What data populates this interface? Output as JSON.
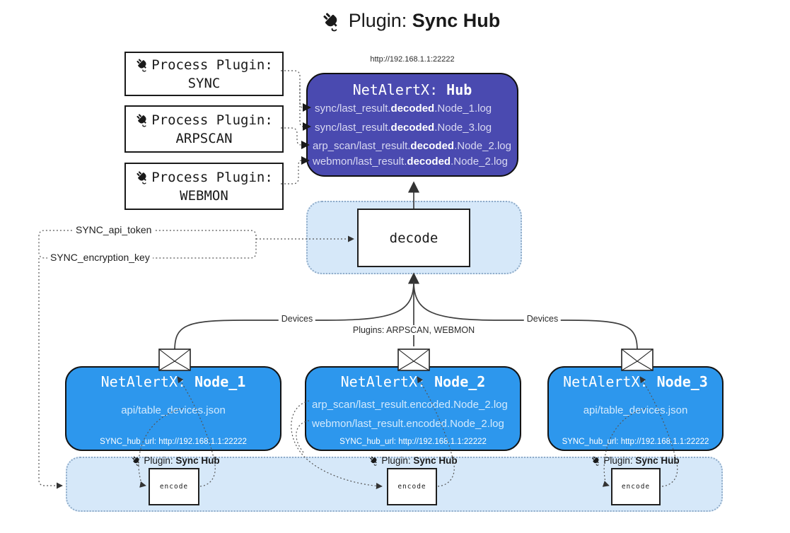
{
  "title": {
    "icon": "plug-icon",
    "prefix": "Plugin: ",
    "bold": "Sync Hub"
  },
  "process_plugins": [
    {
      "icon": "plug-icon",
      "label": "Process Plugin:",
      "name": "SYNC"
    },
    {
      "icon": "plug-icon",
      "label": "Process Plugin:",
      "name": "ARPSCAN"
    },
    {
      "icon": "plug-icon",
      "label": "Process Plugin:",
      "name": "WEBMON"
    }
  ],
  "hub": {
    "url": "http://192.168.1.1:22222",
    "title_prefix": "NetAlertX: ",
    "title_bold": "Hub",
    "log_lines": [
      {
        "prefix": "sync/last_result.",
        "bold": "decoded",
        "suffix": ".Node_1.log"
      },
      {
        "prefix": "sync/last_result.",
        "bold": "decoded",
        "suffix": ".Node_3.log"
      },
      {
        "prefix": "arp_scan/last_result.",
        "bold": "decoded",
        "suffix": ".Node_2.log"
      },
      {
        "prefix": "webmon/last_result.",
        "bold": "decoded",
        "suffix": ".Node_2.log"
      }
    ]
  },
  "decode_box": {
    "label": "decode"
  },
  "keys": {
    "api_token": "SYNC_api_token",
    "encryption_key": "SYNC_encryption_key"
  },
  "edge_labels": {
    "devices_left": "Devices",
    "plugins_mid": "Plugins: ARPSCAN, WEBMON",
    "devices_right": "Devices"
  },
  "nodes": [
    {
      "title_prefix": "NetAlertX: ",
      "title_bold": "Node_1",
      "lines": [
        "api/table_devices.json"
      ],
      "hub_url": "SYNC_hub_url: http://192.168.1.1:22222"
    },
    {
      "title_prefix": "NetAlertX: ",
      "title_bold": "Node_2",
      "lines": [
        "arp_scan/last_result.encoded.Node_2.log",
        "webmon/last_result.encoded.Node_2.log"
      ],
      "hub_url": "SYNC_hub_url: http://192.168.1.1:22222"
    },
    {
      "title_prefix": "NetAlertX: ",
      "title_bold": "Node_3",
      "lines": [
        "api/table_devices.json"
      ],
      "hub_url": "SYNC_hub_url: http://192.168.1.1:22222"
    }
  ],
  "encoders": [
    {
      "icon": "plug-icon",
      "label_prefix": "Plugin: ",
      "label_bold": "Sync Hub",
      "box_label": "encode"
    },
    {
      "icon": "plug-icon",
      "label_prefix": "Plugin: ",
      "label_bold": "Sync Hub",
      "box_label": "encode"
    },
    {
      "icon": "plug-icon",
      "label_prefix": "Plugin: ",
      "label_bold": "Sync Hub",
      "box_label": "encode"
    }
  ],
  "icons": {
    "plug": "plug-icon",
    "envelope": "envelope-icon"
  },
  "colors": {
    "hub_fill": "#4a4ab0",
    "node_fill": "#2d97ed",
    "panel_fill": "#d6e8f9",
    "line": "#3f3f3f",
    "hub_text": "#d9d9f2",
    "node_subtext": "#d3eafd"
  }
}
